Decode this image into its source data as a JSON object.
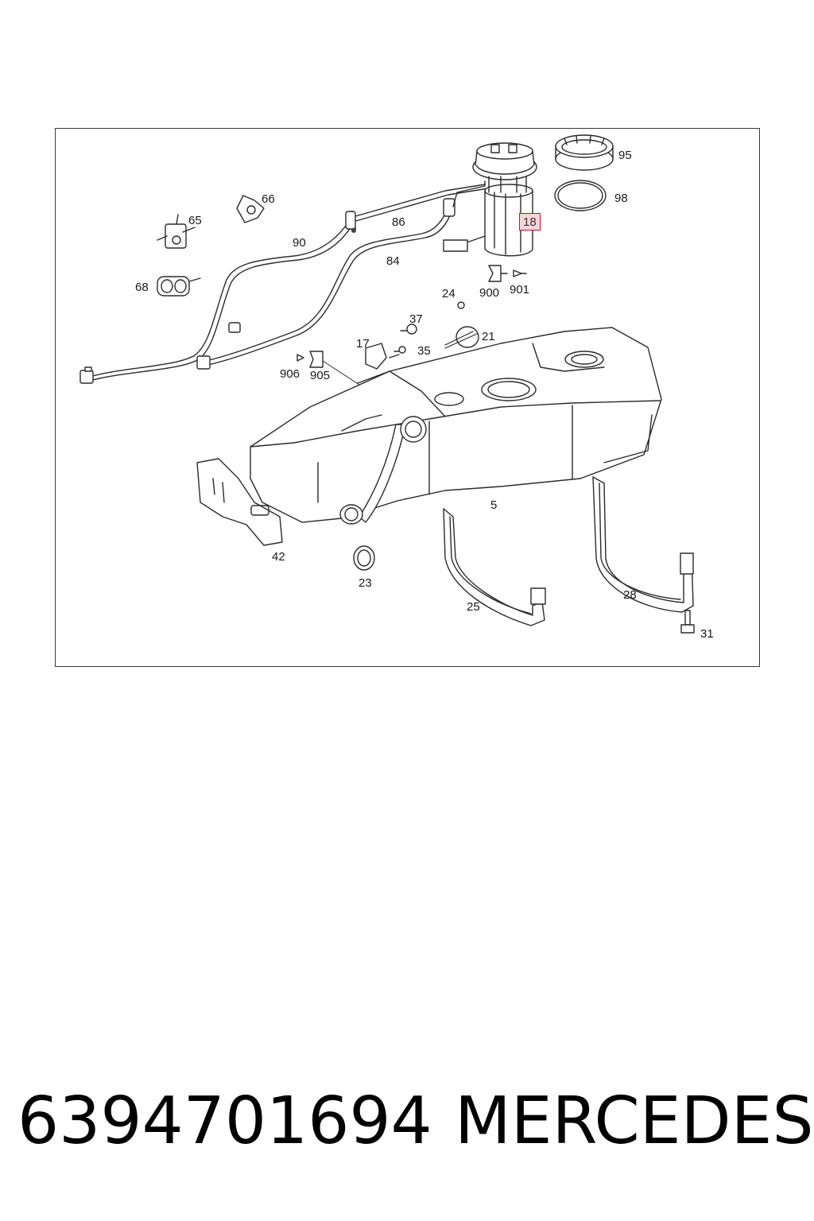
{
  "diagram": {
    "callouts": [
      {
        "id": "95",
        "label": "95"
      },
      {
        "id": "98",
        "label": "98"
      },
      {
        "id": "66",
        "label": "66"
      },
      {
        "id": "65",
        "label": "65"
      },
      {
        "id": "86",
        "label": "86"
      },
      {
        "id": "90",
        "label": "90"
      },
      {
        "id": "18",
        "label": "18",
        "highlighted": true
      },
      {
        "id": "84",
        "label": "84"
      },
      {
        "id": "68",
        "label": "68"
      },
      {
        "id": "900",
        "label": "900"
      },
      {
        "id": "901",
        "label": "901"
      },
      {
        "id": "24",
        "label": "24"
      },
      {
        "id": "37",
        "label": "37"
      },
      {
        "id": "21",
        "label": "21"
      },
      {
        "id": "17",
        "label": "17"
      },
      {
        "id": "35",
        "label": "35"
      },
      {
        "id": "906",
        "label": "906"
      },
      {
        "id": "905",
        "label": "905"
      },
      {
        "id": "5",
        "label": "5"
      },
      {
        "id": "42",
        "label": "42"
      },
      {
        "id": "23",
        "label": "23"
      },
      {
        "id": "28",
        "label": "28"
      },
      {
        "id": "25",
        "label": "25"
      },
      {
        "id": "31",
        "label": "31"
      }
    ],
    "highlight_color": "#c8102e"
  },
  "footer": {
    "part_number": "6394701694",
    "brand": "MERCEDES"
  }
}
